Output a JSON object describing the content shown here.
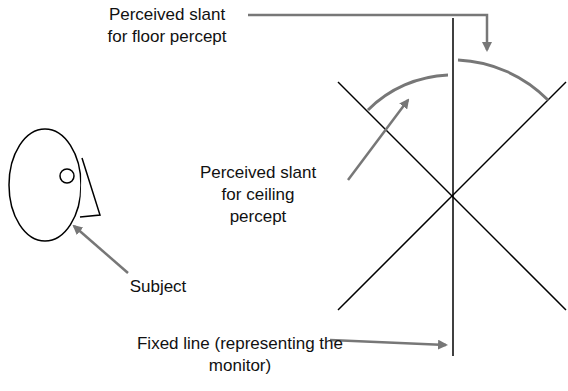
{
  "diagram": {
    "labels": [
      "Perceived slant for floor percept",
      "Perceived slant for ceiling percept",
      "Subject",
      "Fixed line (representing the monitor)"
    ]
  }
}
